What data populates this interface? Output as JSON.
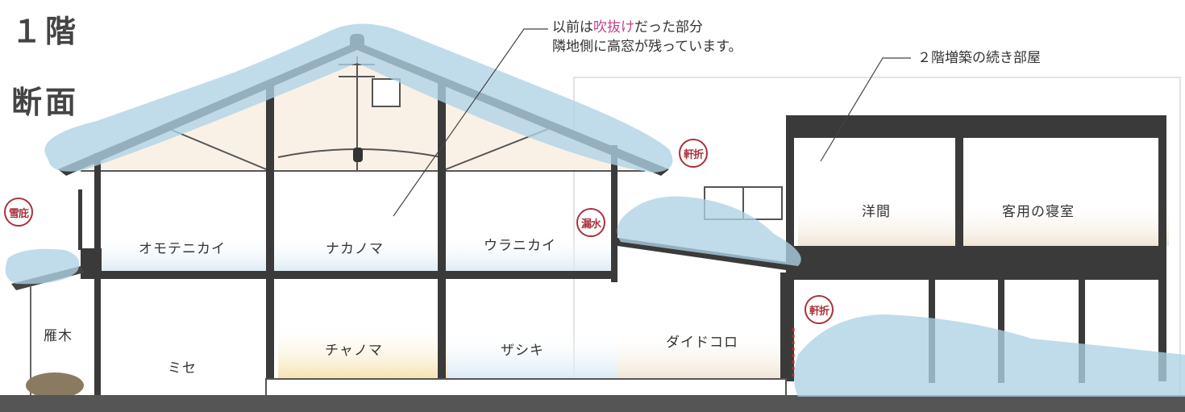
{
  "title": {
    "line1": "１階",
    "line2": "断面"
  },
  "annotations": {
    "void_note_prefix": "以前は",
    "void_note_highlight": "吹抜け",
    "void_note_suffix": "だった部分",
    "void_note_line2": "隣地側に高窓が残っています。",
    "addition_note": "２階増築の続き部屋"
  },
  "rooms_upper": [
    "オモテニカイ",
    "ナカノマ",
    "ウラニカイ",
    "洋間",
    "客用の寝室"
  ],
  "rooms_lower": [
    "雁木",
    "ミセ",
    "チャノマ",
    "ザシキ",
    "ダイドコロ"
  ],
  "badges": [
    "雪庇",
    "軒折",
    "漏水",
    "軒折"
  ],
  "colors": {
    "snow": "#aed2e6",
    "badge": "#a8323c",
    "highlight": "#c0448a",
    "structure": "#3a3a3a",
    "ground": "#555555"
  }
}
